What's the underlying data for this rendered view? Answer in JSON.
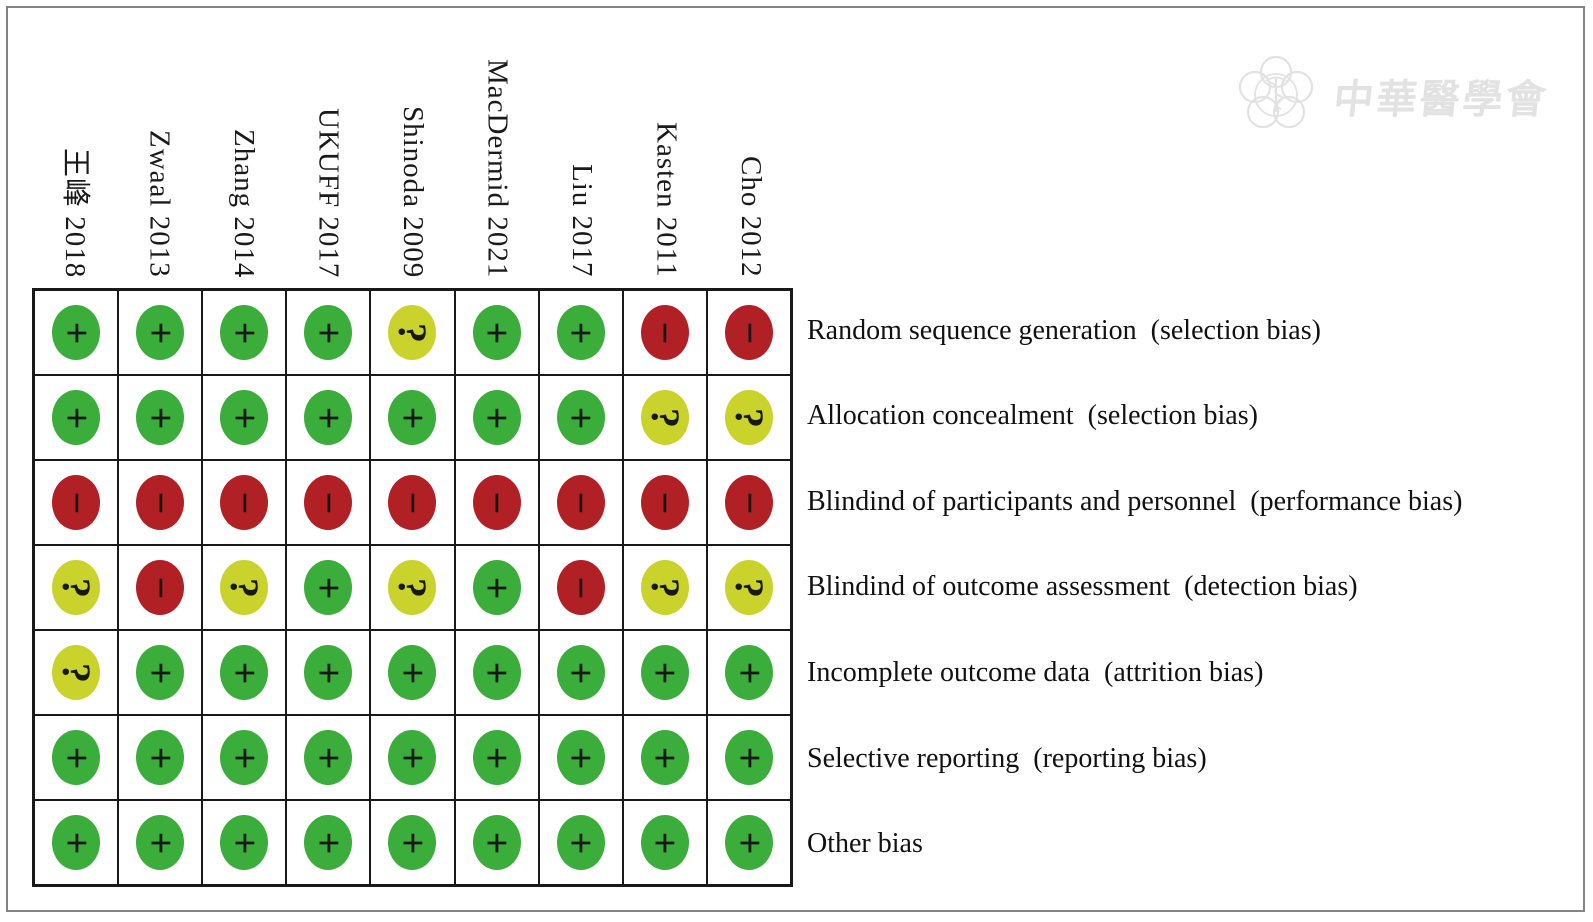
{
  "watermark": {
    "text": "中華醫學會",
    "emblem_icon": "chinese-medical-association-emblem",
    "color": "#e2e2e2"
  },
  "colors": {
    "low_risk_green": "#3bad3b",
    "unclear_risk_yellow": "#c9d32b",
    "high_risk_red": "#b02025",
    "symbol": "#181818",
    "grid_line": "#191919",
    "outer_frame": "#848484",
    "background": "#ffffff"
  },
  "chart_data": {
    "type": "heatmap",
    "columns_studies": [
      "王峰 2018",
      "Zwaal 2013",
      "Zhang 2014",
      "UKUFF 2017",
      "Shinoda 2009",
      "MacDermid 2021",
      "Liu 2017",
      "Kasten 2011",
      "Cho 2012"
    ],
    "rows_bias_domains": [
      "Random sequence generation  (selection bias)",
      "Allocation concealment  (selection bias)",
      "Blindind of participants and personnel  (performance bias)",
      "Blindind of outcome assessment  (detection bias)",
      "Incomplete outcome data  (attrition bias)",
      "Selective reporting  (reporting bias)",
      "Other bias"
    ],
    "ratings": [
      [
        "+",
        "+",
        "+",
        "+",
        "?",
        "+",
        "+",
        "-",
        "-"
      ],
      [
        "+",
        "+",
        "+",
        "+",
        "+",
        "+",
        "+",
        "?",
        "?"
      ],
      [
        "-",
        "-",
        "-",
        "-",
        "-",
        "-",
        "-",
        "-",
        "-"
      ],
      [
        "?",
        "-",
        "?",
        "+",
        "?",
        "+",
        "-",
        "?",
        "?"
      ],
      [
        "?",
        "+",
        "+",
        "+",
        "+",
        "+",
        "+",
        "+",
        "+"
      ],
      [
        "+",
        "+",
        "+",
        "+",
        "+",
        "+",
        "+",
        "+",
        "+"
      ],
      [
        "+",
        "+",
        "+",
        "+",
        "+",
        "+",
        "+",
        "+",
        "+"
      ]
    ],
    "rating_colors": {
      "+": "#3bad3b",
      "?": "#c9d32b",
      "-": "#b02025"
    },
    "rating_names": {
      "+": "plus",
      "?": "question",
      "-": "minus"
    },
    "symbol_display": {
      "+": "+",
      "?": "?",
      "-": "−"
    },
    "legend_position": "none",
    "grid": true
  }
}
